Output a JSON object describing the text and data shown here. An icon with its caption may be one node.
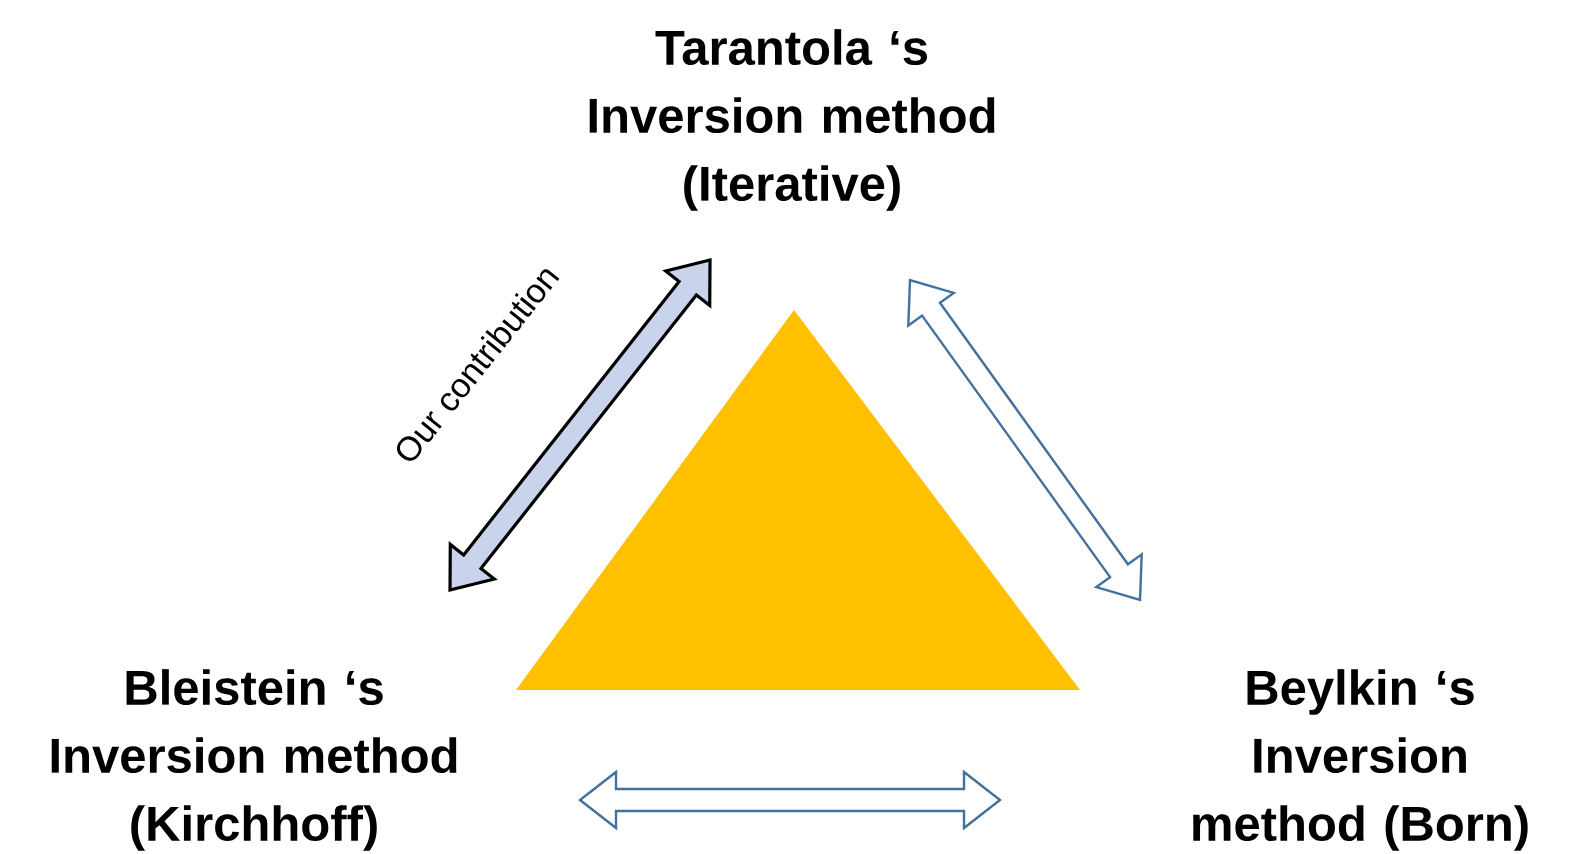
{
  "diagram": {
    "nodes": [
      {
        "text": [
          "Tarantola ‘s Inversion method (Iterative)"
        ]
      },
      {
        "text": [
          "Bleistein ‘s Inversion method (Kirchhoff)"
        ]
      },
      {
        "text": [
          "Beylkin ‘s Inversion method (Born)"
        ]
      }
    ],
    "edges": [
      {
        "from": 1,
        "to": 0,
        "arrow": "both",
        "label": "Our contribution",
        "color": "#000000"
      },
      {
        "from": 0,
        "to": 2,
        "arrow": "both"
      },
      {
        "from": 1,
        "to": 2,
        "arrow": "both"
      }
    ]
  }
}
